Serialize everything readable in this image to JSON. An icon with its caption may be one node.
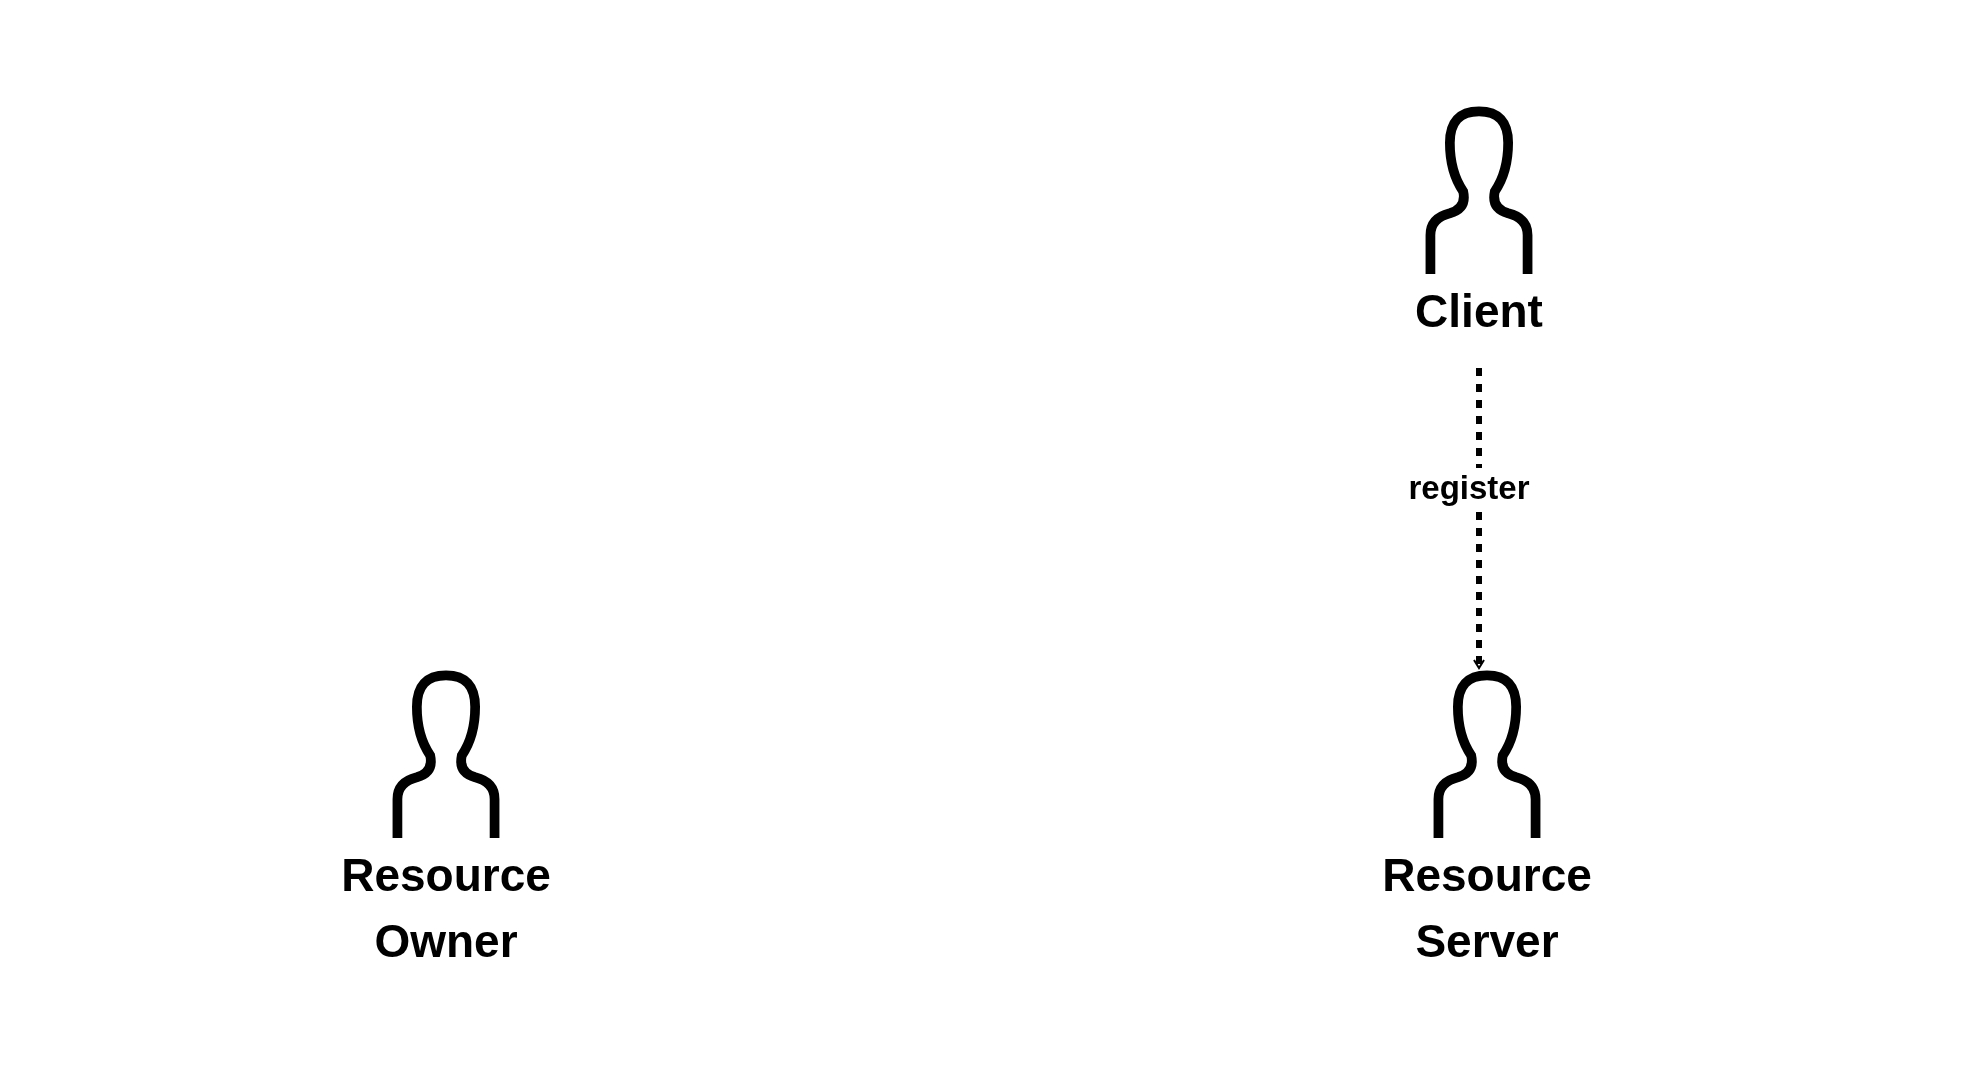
{
  "diagram": {
    "nodes": [
      {
        "text": [
          "Client"
        ]
      },
      {
        "text": [
          "Resource Owner"
        ]
      },
      {
        "text": [
          "Resource Server"
        ]
      }
    ],
    "edges": [
      {
        "from": 0,
        "to": 2,
        "arrow": "to",
        "label": "register",
        "style": "dashed"
      }
    ]
  }
}
